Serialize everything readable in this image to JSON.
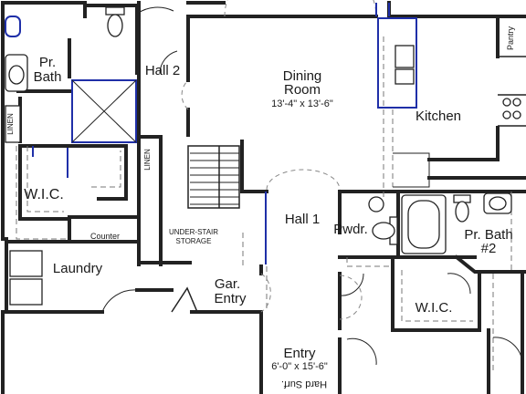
{
  "colors": {
    "wall": "#222222",
    "accent_blue": "#1f2fa8",
    "dashed": "#777777",
    "background": "#ffffff"
  },
  "rooms": {
    "pr_bath_line1": "Pr.",
    "pr_bath_line2": "Bath",
    "linen_left": "LINEN",
    "wic_left": "W.I.C.",
    "hall2": "Hall 2",
    "linen_center": "LINEN",
    "dining_line1": "Dining",
    "dining_line2": "Room",
    "dining_dims": "13'-4\" x 13'-6\"",
    "pantry": "Pantry",
    "kitchen": "Kitchen",
    "counter": "Counter",
    "laundry": "Laundry",
    "under_stair_line1": "UNDER-STAIR",
    "under_stair_line2": "STORAGE",
    "hall1": "Hall 1",
    "pwdr": "Pwdr.",
    "pr_bath2_line1": "Pr. Bath",
    "pr_bath2_line2": "#2",
    "gar_entry_line1": "Gar.",
    "gar_entry_line2": "Entry",
    "wic_right": "W.I.C.",
    "entry": "Entry",
    "entry_dims": "6'-0\" x 15'-6\"",
    "entry_floor": "Hard Surf."
  }
}
